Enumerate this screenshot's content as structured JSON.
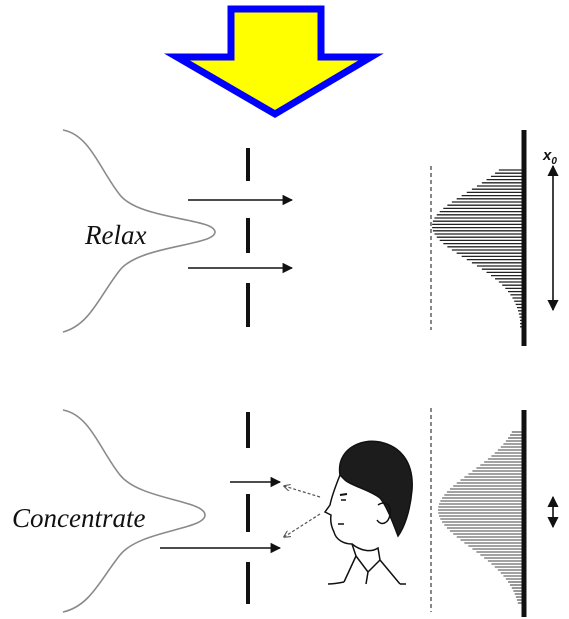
{
  "top_panel": {
    "label": "Relax"
  },
  "bottom_panel": {
    "label": "Concentrate"
  },
  "screen_axis_label": "x",
  "screen_axis_subscript": "0",
  "colors": {
    "arrow_fill": "#ffff00",
    "arrow_stroke": "#0000ff",
    "ink": "#111111",
    "curve": "#8a8a8a"
  },
  "icons": {
    "transition_arrow": "down-arrow",
    "observer": "head-profile"
  }
}
